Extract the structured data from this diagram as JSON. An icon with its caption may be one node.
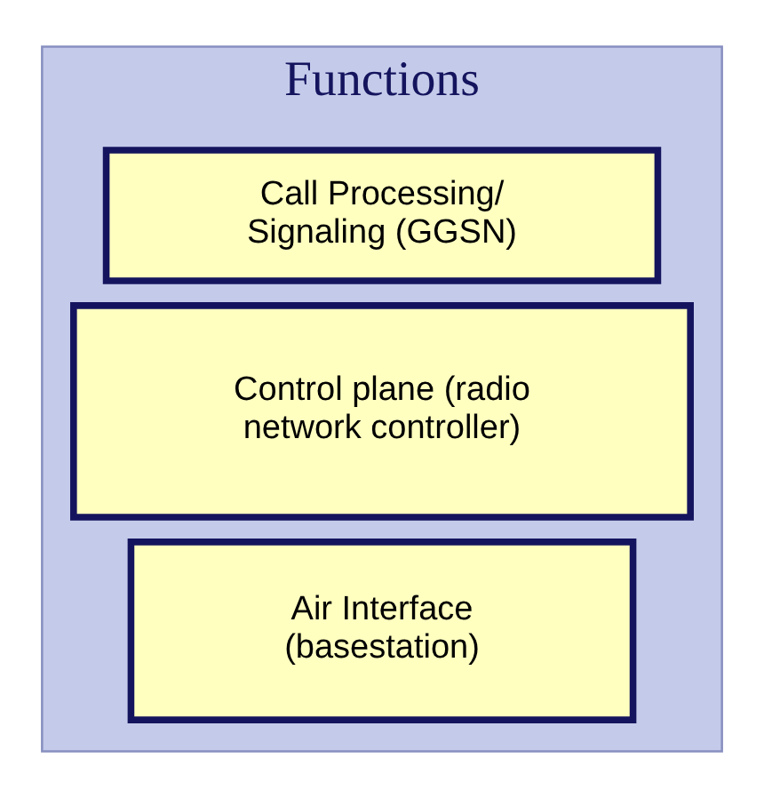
{
  "diagram": {
    "nodes": [
      {
        "text": [
          "Functions"
        ]
      },
      {
        "text": [
          "Call Processing/ Signaling (GGSN)"
        ],
        "in": 0
      },
      {
        "text": [
          "Control plane (radio network controller)"
        ],
        "in": 0
      },
      {
        "text": [
          "Air Interface (basestation)"
        ],
        "in": 0
      }
    ]
  }
}
